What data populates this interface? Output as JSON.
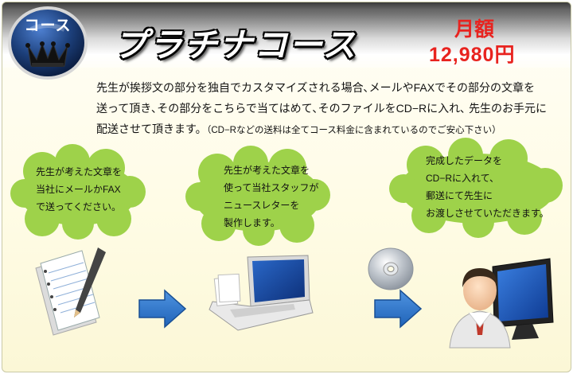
{
  "badge": {
    "label": "コース",
    "icon": "crown-icon"
  },
  "header": {
    "title": "プラチナコース"
  },
  "price": {
    "label": "月額",
    "value": "12,980円",
    "color": "#e8231f"
  },
  "description": {
    "line1": "先生が挨拶文の部分を独自でカスタマイズされる場合､メールやFAXでその部分の文章を",
    "line2": "送って頂き､その部分をこちらで当てはめて､そのファイルをCD−Rに入れ､ 先生のお手元に",
    "line3": "配送させて頂きます。",
    "note": "（CD−Rなどの送料は全てコース料金に含まれているのでご安心下さい）"
  },
  "steps": [
    {
      "lines": [
        "先生が考えた文章を",
        "当社にメールかFAX",
        "で送ってください。"
      ],
      "icon": "document-pencil-icon"
    },
    {
      "lines": [
        "先生が考えた文章を",
        "使って当社スタッフが",
        "ニュースレターを",
        "製作します。"
      ],
      "icon": "laptop-icon"
    },
    {
      "lines": [
        "完成したデータを",
        "CD−Rに入れて、",
        "郵送にて先生に",
        "お渡しさせていただきます。"
      ],
      "icon": "cd-disc-icon"
    }
  ],
  "final_icon": "person-computer-icon",
  "arrow_icon": "arrow-right-icon",
  "colors": {
    "cloud": "#9ed24a",
    "arrow": "#1f63b8",
    "badge": "#1c3f7a"
  }
}
